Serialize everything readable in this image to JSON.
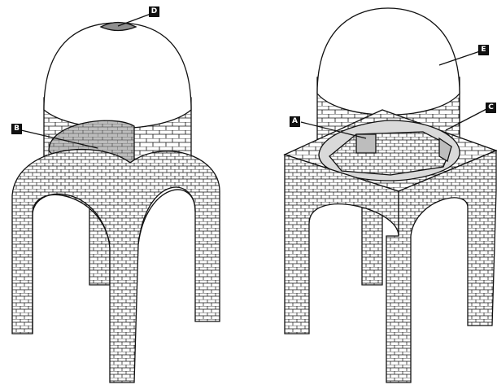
{
  "labels": {
    "a": "A",
    "b": "B",
    "c": "C",
    "d": "D",
    "e": "E"
  },
  "colors": {
    "line": "#111111",
    "shade": "#bdbdbd",
    "shade_dark": "#8f8f8f"
  }
}
